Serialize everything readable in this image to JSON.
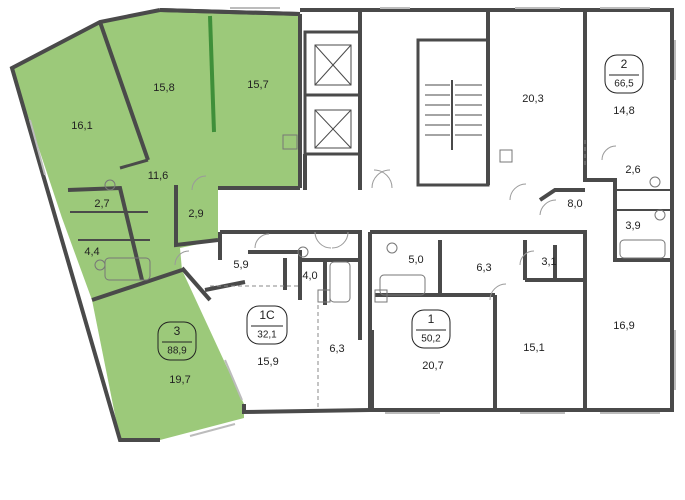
{
  "colors": {
    "highlight": "#9cc97a",
    "wall": "#4a4a4a",
    "thin_wall": "#8a8a8a",
    "window": "#bcbcbc",
    "accent_wall": "#3f8f3a"
  },
  "apartments": [
    {
      "id": "3",
      "area": "88,9"
    },
    {
      "id": "2",
      "area": "66,5"
    },
    {
      "id": "1С",
      "area": "32,1"
    },
    {
      "id": "1",
      "area": "50,2"
    }
  ],
  "rooms": [
    "16,1",
    "15,8",
    "15,7",
    "11,6",
    "2,7",
    "2,9",
    "4,4",
    "19,7",
    "20,3",
    "14,8",
    "2,6",
    "8,0",
    "3,9",
    "16,9",
    "5,9",
    "4,0",
    "5,0",
    "6,3",
    "3,1",
    "15,9",
    "6,3",
    "20,7",
    "15,1"
  ]
}
